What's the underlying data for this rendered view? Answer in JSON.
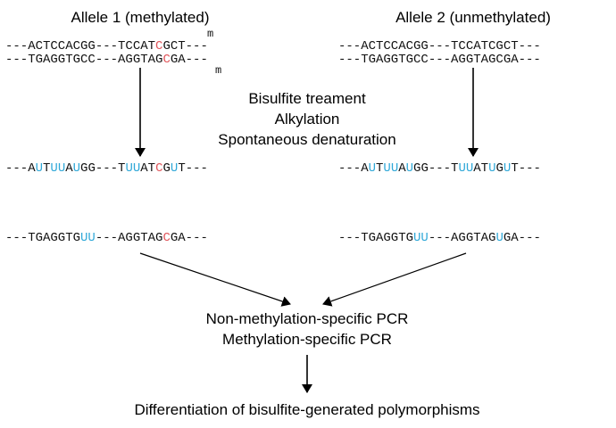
{
  "allele1": {
    "title": "Allele 1 (methylated)",
    "top_strand": [
      {
        "t": "---ACTCCACGG---TCCAT",
        "k": "n"
      },
      {
        "t": "C",
        "k": "c"
      },
      {
        "t": "GCT---",
        "k": "n"
      }
    ],
    "bottom_strand": [
      {
        "t": "---TGAGGTGCC---AGGTAG",
        "k": "n"
      },
      {
        "t": "C",
        "k": "c"
      },
      {
        "t": "GA---",
        "k": "n"
      }
    ],
    "methyl_mark": "m",
    "converted_top": [
      {
        "t": "---A",
        "k": "n"
      },
      {
        "t": "U",
        "k": "u"
      },
      {
        "t": "T",
        "k": "n"
      },
      {
        "t": "UU",
        "k": "u"
      },
      {
        "t": "A",
        "k": "n"
      },
      {
        "t": "U",
        "k": "u"
      },
      {
        "t": "GG---T",
        "k": "n"
      },
      {
        "t": "UU",
        "k": "u"
      },
      {
        "t": "AT",
        "k": "n"
      },
      {
        "t": "C",
        "k": "c"
      },
      {
        "t": "G",
        "k": "n"
      },
      {
        "t": "U",
        "k": "u"
      },
      {
        "t": "T---",
        "k": "n"
      }
    ],
    "converted_bottom": [
      {
        "t": "---TGAGGTG",
        "k": "n"
      },
      {
        "t": "UU",
        "k": "u"
      },
      {
        "t": "---AGGTAG",
        "k": "n"
      },
      {
        "t": "C",
        "k": "c"
      },
      {
        "t": "GA---",
        "k": "n"
      }
    ]
  },
  "allele2": {
    "title": "Allele 2 (unmethylated)",
    "top_strand": [
      {
        "t": "---ACTCCACGG---TCCATCGCT---",
        "k": "n"
      }
    ],
    "bottom_strand": [
      {
        "t": "---TGAGGTGCC---AGGTAGCGA---",
        "k": "n"
      }
    ],
    "converted_top": [
      {
        "t": "---A",
        "k": "n"
      },
      {
        "t": "U",
        "k": "u"
      },
      {
        "t": "T",
        "k": "n"
      },
      {
        "t": "UU",
        "k": "u"
      },
      {
        "t": "A",
        "k": "n"
      },
      {
        "t": "U",
        "k": "u"
      },
      {
        "t": "GG---T",
        "k": "n"
      },
      {
        "t": "UU",
        "k": "u"
      },
      {
        "t": "AT",
        "k": "n"
      },
      {
        "t": "U",
        "k": "u"
      },
      {
        "t": "G",
        "k": "n"
      },
      {
        "t": "U",
        "k": "u"
      },
      {
        "t": "T---",
        "k": "n"
      }
    ],
    "converted_bottom": [
      {
        "t": "---TGAGGTG",
        "k": "n"
      },
      {
        "t": "UU",
        "k": "u"
      },
      {
        "t": "---AGGTAG",
        "k": "n"
      },
      {
        "t": "U",
        "k": "u"
      },
      {
        "t": "GA---",
        "k": "n"
      }
    ]
  },
  "steps": {
    "line1": "Bisulfite treament",
    "line2": "Alkylation",
    "line3": "Spontaneous denaturation"
  },
  "pcr": {
    "line1": "Non-methylation-specific PCR",
    "line2": "Methylation-specific PCR"
  },
  "result": "Differentiation of bisulfite-generated polymorphisms",
  "colors": {
    "uracil": "#2fa8d8",
    "methyl_c": "#e0555a",
    "text": "#000000"
  }
}
